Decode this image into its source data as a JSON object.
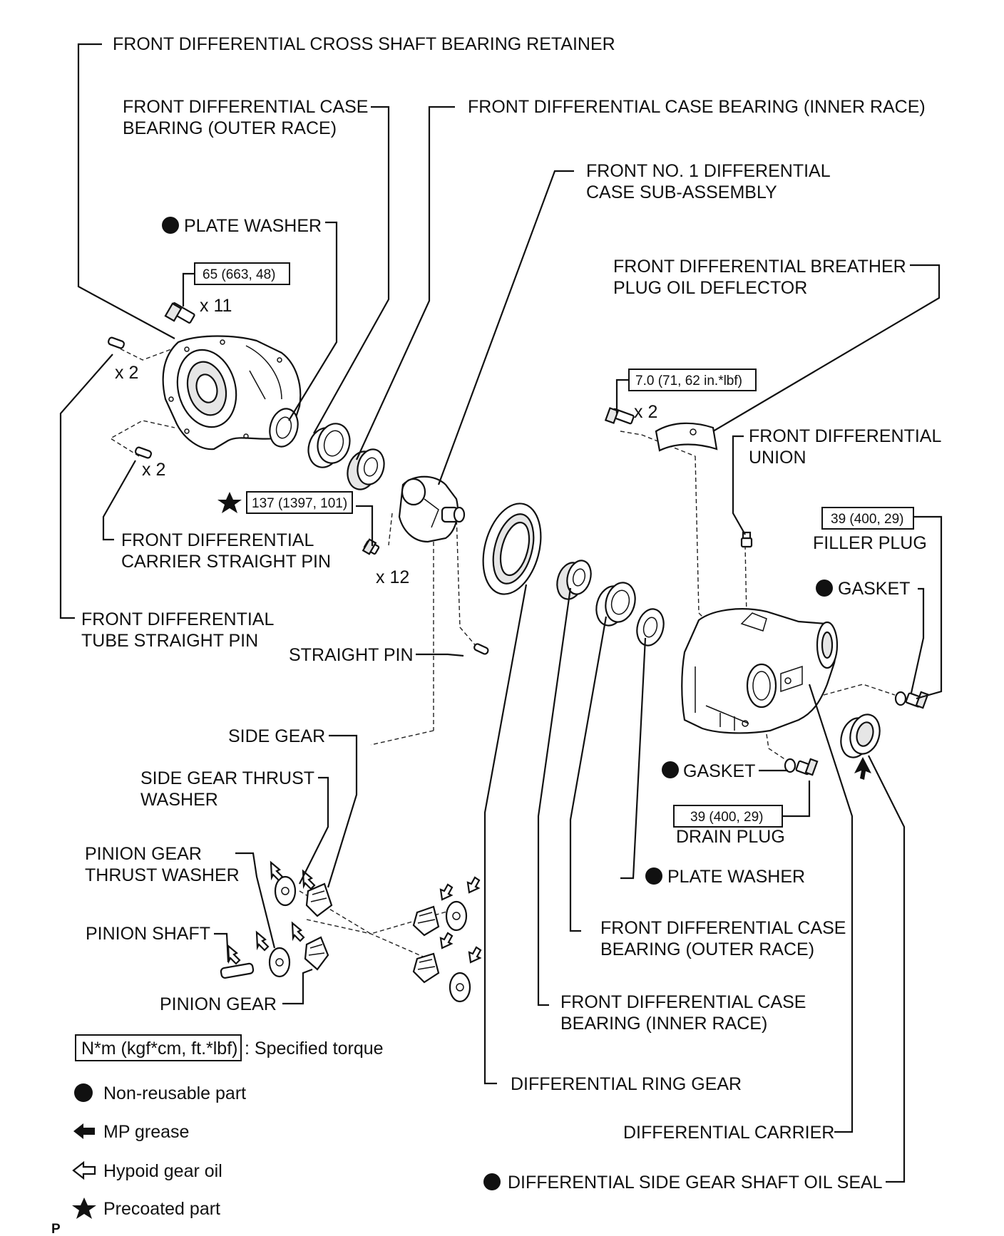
{
  "labels": {
    "cross_shaft_retainer": "FRONT DIFFERENTIAL CROSS SHAFT BEARING RETAINER",
    "case_bearing_outer_top_1": "FRONT DIFFERENTIAL CASE",
    "case_bearing_outer_top_2": "BEARING (OUTER RACE)",
    "case_bearing_inner_top": "FRONT DIFFERENTIAL CASE BEARING (INNER RACE)",
    "case_sub_assy_1": "FRONT NO. 1 DIFFERENTIAL",
    "case_sub_assy_2": "CASE SUB-ASSEMBLY",
    "plate_washer_top": "PLATE WASHER",
    "breather_1": "FRONT DIFFERENTIAL BREATHER",
    "breather_2": "PLUG OIL DEFLECTOR",
    "union_1": "FRONT DIFFERENTIAL",
    "union_2": "UNION",
    "filler_plug": "FILLER PLUG",
    "gasket_right": "GASKET",
    "carrier_pin_1": "FRONT DIFFERENTIAL",
    "carrier_pin_2": "CARRIER STRAIGHT PIN",
    "tube_pin_1": "FRONT DIFFERENTIAL",
    "tube_pin_2": "TUBE STRAIGHT PIN",
    "straight_pin": "STRAIGHT PIN",
    "side_gear": "SIDE GEAR",
    "side_gear_washer_1": "SIDE GEAR THRUST",
    "side_gear_washer_2": "WASHER",
    "pinion_washer_1": "PINION GEAR",
    "pinion_washer_2": "THRUST WASHER",
    "pinion_shaft": "PINION SHAFT",
    "pinion_gear": "PINION GEAR",
    "gasket_drain": "GASKET",
    "drain_plug": "DRAIN PLUG",
    "plate_washer_bottom": "PLATE WASHER",
    "case_bearing_outer_bot_1": "FRONT DIFFERENTIAL CASE",
    "case_bearing_outer_bot_2": "BEARING (OUTER RACE)",
    "case_bearing_inner_bot_1": "FRONT DIFFERENTIAL CASE",
    "case_bearing_inner_bot_2": "BEARING (INNER RACE)",
    "ring_gear": "DIFFERENTIAL RING GEAR",
    "carrier": "DIFFERENTIAL CARRIER",
    "oil_seal": "DIFFERENTIAL SIDE GEAR SHAFT OIL SEAL"
  },
  "quantities": {
    "retainer_bolts": "x 11",
    "tube_pins": "x 2",
    "carrier_pins": "x 2",
    "ring_gear_bolts": "x 12",
    "deflector_bolts": "x 2"
  },
  "torques": {
    "retainer_bolt": "65 (663, 48)",
    "ring_gear_bolt": "137 (1397, 101)",
    "deflector_bolt": "7.0 (71, 62 in.*lbf)",
    "filler_plug": "39 (400, 29)",
    "drain_plug": "39 (400, 29)"
  },
  "legend": {
    "torque_unit": "N*m (kgf*cm, ft.*lbf)",
    "torque_desc": ": Specified torque",
    "non_reusable": "Non-reusable part",
    "mp_grease": "MP grease",
    "hypoid_oil": "Hypoid gear oil",
    "precoated": "Precoated part"
  },
  "corner_mark": "P",
  "colors": {
    "ink": "#111111",
    "background": "#ffffff"
  }
}
